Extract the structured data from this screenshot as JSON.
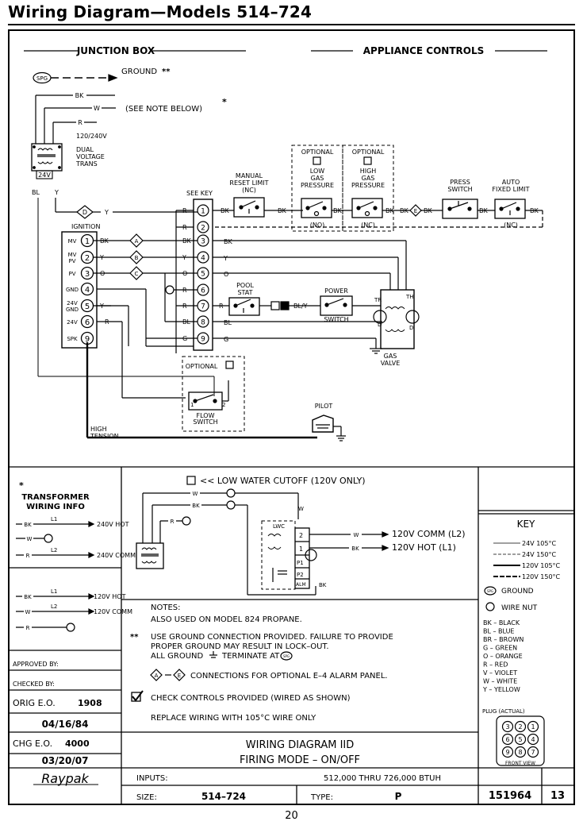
{
  "page": {
    "title": "Wiring Diagram—Models 514–724",
    "page_number": "20"
  },
  "diagram": {
    "section_junction": "JUNCTION BOX",
    "section_appliance": "APPLIANCE CONTROLS",
    "spg": "SPG",
    "ground_label": "GROUND",
    "ground_mark": "**",
    "see_note": "(SEE NOTE BELOW)",
    "see_note_mark": "*",
    "wire_bk": "BK",
    "wire_w": "W",
    "wire_r": "R",
    "wire_y": "Y",
    "wire_o": "O",
    "wire_g": "G",
    "wire_bl": "BL",
    "wire_bly": "BL/Y",
    "volt": "120/240V",
    "trans_l1": "DUAL",
    "trans_l2": "VOLTAGE",
    "trans_l3": "TRANS",
    "v24": "24V",
    "ignition": "IGNITION",
    "ign_terms": [
      {
        "num": "1",
        "label": "MV"
      },
      {
        "num": "2",
        "label": "MV PV"
      },
      {
        "num": "3",
        "label": "PV"
      },
      {
        "num": "4",
        "label": "GND"
      },
      {
        "num": "5",
        "label": "24V GND"
      },
      {
        "num": "6",
        "label": "24V"
      },
      {
        "num": "9",
        "label": "SPK"
      }
    ],
    "see_key": "SEE KEY",
    "strip_terms": [
      "1",
      "2",
      "3",
      "4",
      "5",
      "6",
      "7",
      "8",
      "9"
    ],
    "conn_a": "A",
    "conn_b": "B",
    "conn_c": "C",
    "conn_d": "D",
    "conn_e": "E",
    "manual_reset": [
      "MANUAL",
      "RESET LIMIT",
      "(NC)"
    ],
    "optional": "OPTIONAL",
    "low_gas": [
      "LOW",
      "GAS",
      "PRESSURE"
    ],
    "high_gas": [
      "HIGH",
      "GAS",
      "PRESSURE"
    ],
    "no": "(NO)",
    "nc": "(NC)",
    "press_switch": [
      "PRESS",
      "SWITCH"
    ],
    "auto_limit": [
      "AUTO",
      "FIXED LIMIT"
    ],
    "pool_stat": [
      "POOL",
      "STAT"
    ],
    "power_switch": [
      "POWER",
      "SWITCH"
    ],
    "gas_valve": [
      "GAS",
      "VALVE"
    ],
    "tr": "TR",
    "th": "TH",
    "flow_switch": [
      "FLOW",
      "SWITCH"
    ],
    "pilot": "PILOT",
    "high_tension": [
      "HIGH",
      "TENSION"
    ]
  },
  "transformer_info": {
    "mark": "*",
    "title": [
      "TRANSFORMER",
      "WIRING INFO"
    ],
    "l1": "L1",
    "l2": "L2",
    "v240hot": "240V HOT",
    "v240comm": "240V COMM",
    "v120hot": "120V HOT",
    "v120comm": "120V COMM"
  },
  "lwc": {
    "title": "<< LOW WATER CUTOFF (120V ONLY)",
    "lwc": "LWC",
    "comm": "120V COMM (L2)",
    "hot": "120V HOT (L1)",
    "t2": "2",
    "t1": "1",
    "p1": "P1",
    "p2": "P2",
    "alm": "ALM"
  },
  "key": {
    "title": "KEY",
    "lines": [
      "24V 105°C",
      "24V 150°C",
      "120V 105°C",
      "120V 150°C"
    ],
    "ground": "GROUND",
    "wire_nut": "WIRE NUT",
    "colors": [
      "BK – BLACK",
      "BL – BLUE",
      "BR – BROWN",
      "G – GREEN",
      "O – ORANGE",
      "R – RED",
      "V – VIOLET",
      "W – WHITE",
      "Y – YELLOW"
    ],
    "plug_label": "PLUG (ACTUAL)",
    "plug_pins": [
      "3",
      "2",
      "1",
      "6",
      "5",
      "4",
      "9",
      "8",
      "7"
    ],
    "front_view": "FRONT VIEW"
  },
  "notes": {
    "title": "NOTES:",
    "n1": "ALSO USED ON MODEL 824 PROPANE.",
    "n2_mark": "**",
    "n2": [
      "USE GROUND CONNECTION PROVIDED. FAILURE TO PROVIDE",
      "PROPER GROUND MAY RESULT IN LOCK–OUT.",
      "ALL GROUND",
      "TERMINATE AT"
    ],
    "n3": "CONNECTIONS FOR OPTIONAL E–4 ALARM PANEL.",
    "n4": "CHECK CONTROLS PROVIDED (WIRED AS SHOWN)",
    "n5": "REPLACE WIRING WITH 105°C WIRE ONLY"
  },
  "title_block": {
    "approved": "APPROVED BY:",
    "checked": "CHECKED BY:",
    "orig_label": "ORIG E.O.",
    "orig_num": "1908",
    "orig_date": "04/16/84",
    "chg_label": "CHG E.O.",
    "chg_num": "4000",
    "chg_date": "03/20/07",
    "logo": "Raypak",
    "diagram_name": "WIRING DIAGRAM IID",
    "firing_mode": "FIRING MODE – ON/OFF",
    "inputs_label": "INPUTS:",
    "inputs_value": "512,000 THRU 726,000 BTUH",
    "size_label": "SIZE:",
    "size_value": "514–724",
    "type_label": "TYPE:",
    "type_value": "P",
    "drawing_no": "151964",
    "sheet": "13"
  }
}
